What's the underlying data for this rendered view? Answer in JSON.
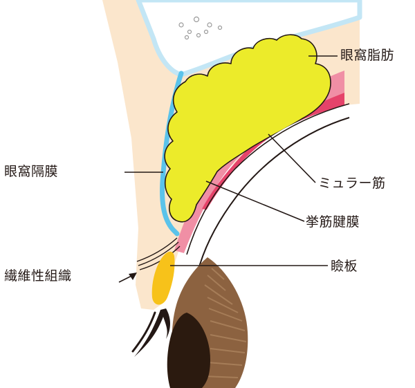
{
  "labels": {
    "orbital_fat": "眼窩脂肪",
    "orbital_septum": "眼窩隔膜",
    "muller_muscle": "ミュラー筋",
    "levator_aponeurosis": "挙筋腱膜",
    "tarsus": "瞼板",
    "fibrous_tissue": "繊維性組織"
  },
  "colors": {
    "skin": "#fbe6cc",
    "septum": "#5bc3ea",
    "fat": "#eceb2a",
    "muscle_light": "#f08fa5",
    "muscle_dark": "#e5436a",
    "tarsus": "#f7c21a",
    "iris": "#8c6240",
    "pupil": "#2b1a0f",
    "line": "#231815"
  }
}
